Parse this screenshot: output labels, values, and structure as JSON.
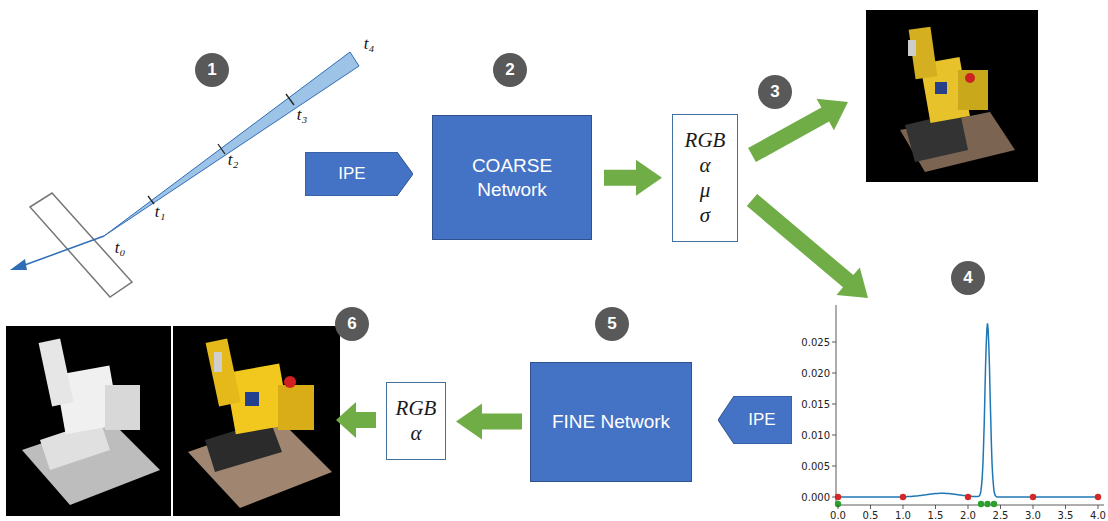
{
  "diagram": {
    "nodes": [
      {
        "text": [
          "IPE"
        ]
      },
      {
        "text": [
          "COARSE Network"
        ]
      },
      {
        "text": [
          "RGB α μ σ"
        ]
      },
      {
        "text": [
          "IPE"
        ]
      },
      {
        "text": [
          "FINE Network"
        ]
      },
      {
        "text": [
          "RGB α"
        ]
      }
    ],
    "edges": [
      {
        "from": 1,
        "to": 2,
        "arrow": "to"
      },
      {
        "from": 4,
        "to": 5,
        "arrow": "to"
      }
    ],
    "labels": [
      "1",
      "t₀",
      "t₁",
      "t₂",
      "t₃",
      "t₄",
      "2",
      "3",
      "4",
      "0.025",
      "0.020",
      "0.015",
      "0.010",
      "0.005",
      "0.000",
      "0.0",
      "0.5",
      "1.0",
      "1.5",
      "2.0",
      "2.5",
      "3.0",
      "3.5",
      "4.0",
      "5",
      "6"
    ]
  }
}
